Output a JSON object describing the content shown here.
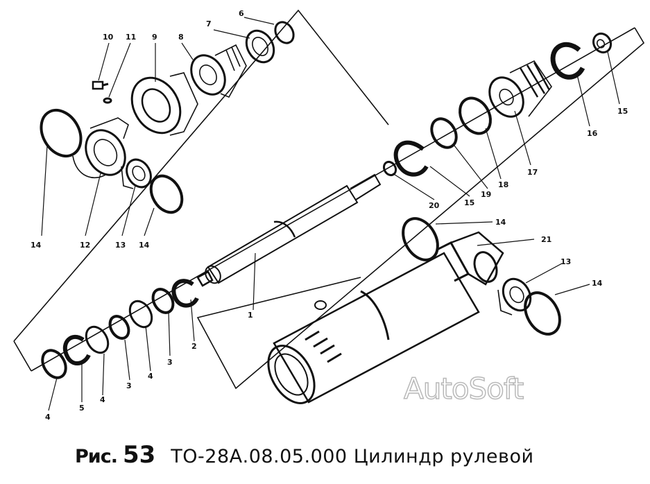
{
  "figure": {
    "caption_prefix": "Рис.",
    "caption_number": "53",
    "caption_text": "ТО-28А.08.05.000 Цилиндр рулевой",
    "watermark": "AutoSoft"
  },
  "part_labels": [
    "1",
    "2",
    "3",
    "3",
    "4",
    "4",
    "4",
    "5",
    "6",
    "7",
    "8",
    "9",
    "10",
    "11",
    "12",
    "13",
    "13",
    "14",
    "14",
    "14",
    "14",
    "15",
    "15",
    "16",
    "17",
    "18",
    "19",
    "20",
    "21"
  ]
}
